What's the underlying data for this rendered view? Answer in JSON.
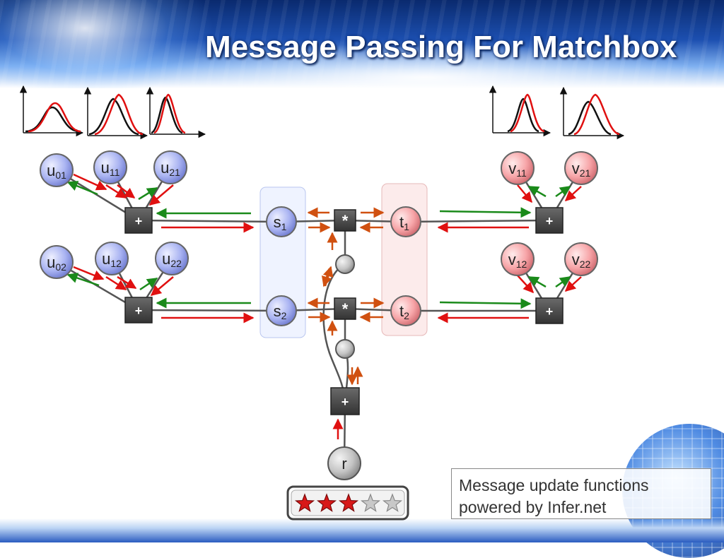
{
  "slide": {
    "title": "Message Passing For Matchbox"
  },
  "nodes": {
    "u01": {
      "base": "u",
      "sub": "01"
    },
    "u11": {
      "base": "u",
      "sub": "11"
    },
    "u21": {
      "base": "u",
      "sub": "21"
    },
    "u02": {
      "base": "u",
      "sub": "02"
    },
    "u12": {
      "base": "u",
      "sub": "12"
    },
    "u22": {
      "base": "u",
      "sub": "22"
    },
    "v11": {
      "base": "v",
      "sub": "11"
    },
    "v21": {
      "base": "v",
      "sub": "21"
    },
    "v12": {
      "base": "v",
      "sub": "12"
    },
    "v22": {
      "base": "v",
      "sub": "22"
    },
    "s1": {
      "base": "s",
      "sub": "1"
    },
    "s2": {
      "base": "s",
      "sub": "2"
    },
    "t1": {
      "base": "t",
      "sub": "1"
    },
    "t2": {
      "base": "t",
      "sub": "2"
    },
    "r": {
      "base": "r",
      "sub": ""
    }
  },
  "factors": {
    "plus": "+",
    "times": "*"
  },
  "rating": {
    "filled": 3,
    "total": 5
  },
  "note": {
    "line1": "Message update functions",
    "line2": "powered by Infer.net"
  },
  "colors": {
    "user_node": "#aab4f2",
    "item_node": "#f7a5a8",
    "grey_node": "#b8b8b8",
    "factor": "#444444",
    "message_red": "#e01010",
    "message_green": "#1a8a1a",
    "message_orange": "#d05010",
    "star_red": "#d81818",
    "star_grey": "#c8c8c8"
  }
}
